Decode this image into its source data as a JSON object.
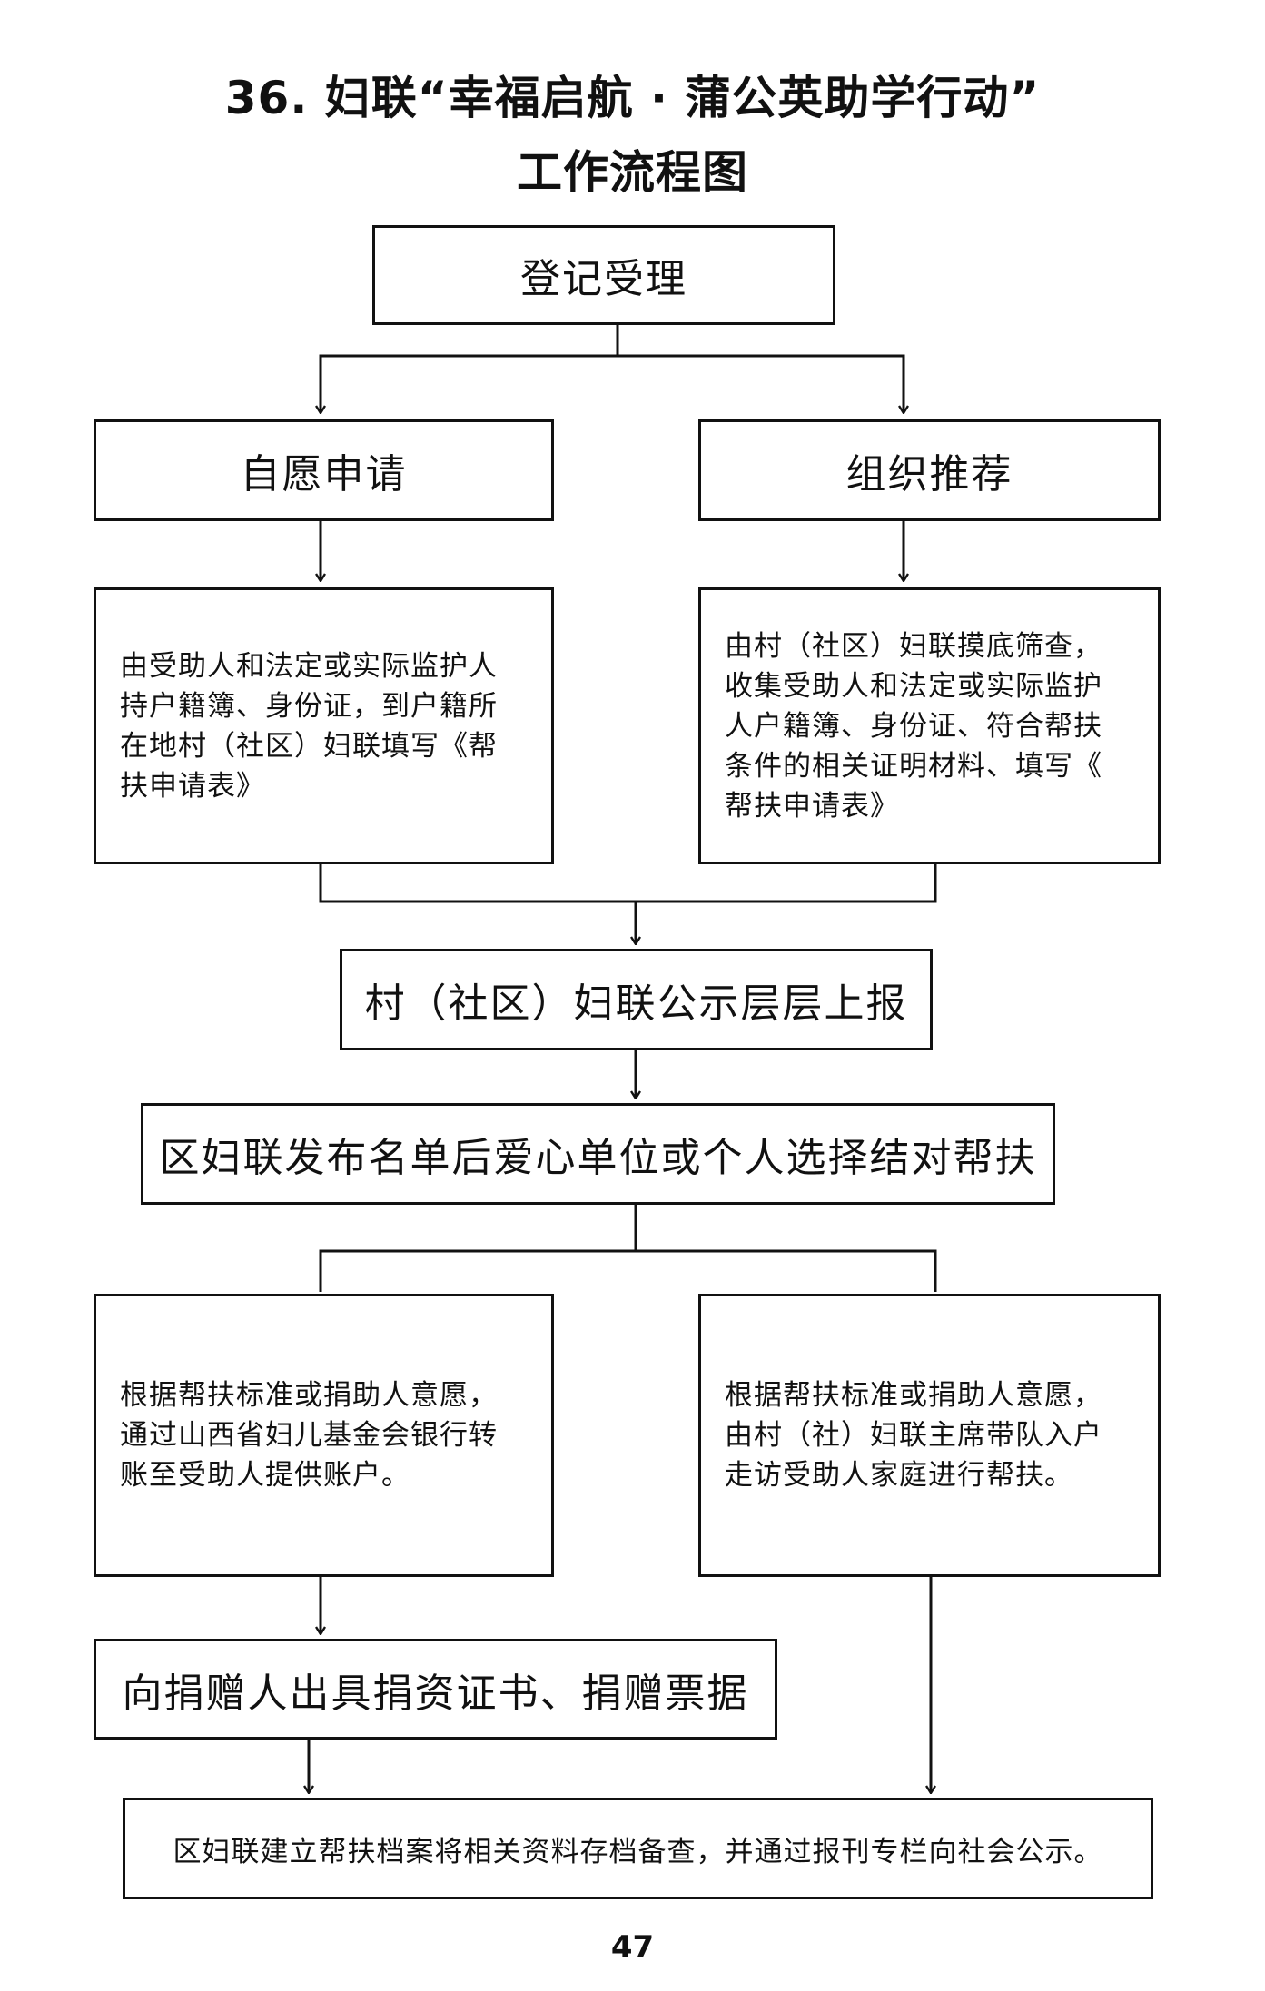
{
  "title": {
    "line1": "36. 妇联“幸福启航 · 蒲公英助学行动”",
    "line2": "工作流程图"
  },
  "nodes": {
    "registration": "登记受理",
    "voluntary_application": "自愿申请",
    "organization_recommendation": "组织推荐",
    "voluntary_detail": "由受助人和法定或实际监护人\n持户籍簿、身份证，到户籍所\n在地村（社区）妇联填写《帮\n扶申请表》",
    "organization_detail": "由村（社区）妇联摸底筛查，\n收集受助人和法定或实际监护\n人户籍簿、身份证、符合帮扶\n条件的相关证明材料、填写《\n帮扶申请表》",
    "village_publicity": "村（社区）妇联公示层层上报",
    "district_release": "区妇联发布名单后爱心单位或个人选择结对帮扶",
    "bank_transfer_detail": "根据帮扶标准或捐助人意愿，\n通过山西省妇儿基金会银行转\n账至受助人提供账户。",
    "home_visit_detail": "根据帮扶标准或捐助人意愿，\n由村（社）妇联主席带队入户\n走访受助人家庭进行帮扶。",
    "certificate_issue": "向捐赠人出具捐资证书、捐赠票据",
    "archive_publicity": "区妇联建立帮扶档案将相关资料存档备查，并通过报刊专栏向社会公示。"
  },
  "page_number": "47"
}
